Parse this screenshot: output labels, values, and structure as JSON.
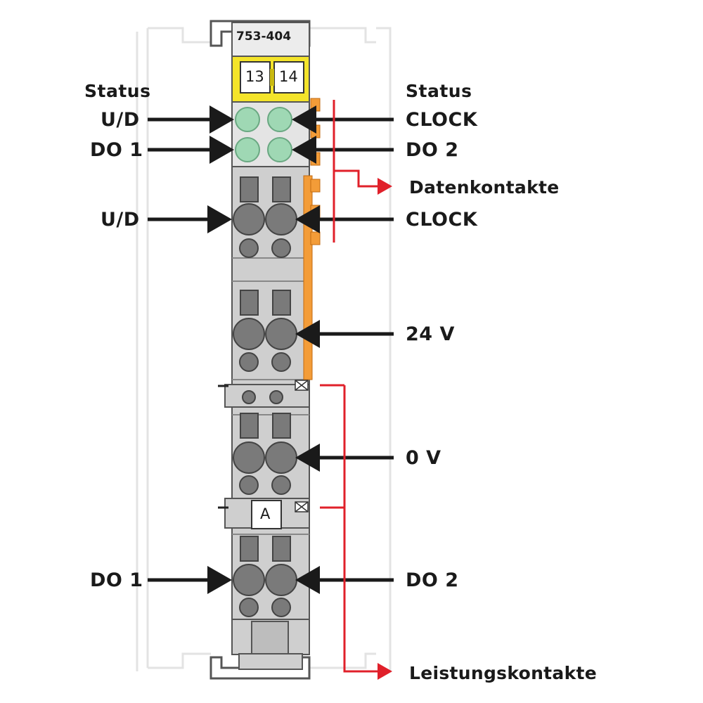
{
  "module": {
    "part_number": "753-404",
    "marker_left": "13",
    "marker_right": "14",
    "marker_a": "A",
    "led_color": "#9fd8b4",
    "body_color": "#cfcfcf",
    "marker_color": "#f4e42a",
    "contact_color": "#f39c38"
  },
  "labels": {
    "status_left": "Status",
    "status_right": "Status",
    "led_ud": "U/D",
    "led_do1": "DO 1",
    "led_clock": "CLOCK",
    "led_do2": "DO 2",
    "data_contacts": "Datenkontakte",
    "term_ud": "U/D",
    "term_clock": "CLOCK",
    "term_24v": "24 V",
    "term_0v": "0 V",
    "term_do1": "DO 1",
    "term_do2": "DO 2",
    "power_contacts": "Leistungskontakte"
  },
  "colors": {
    "arrow": "#1a1a1a",
    "red_line": "#e0202a"
  }
}
